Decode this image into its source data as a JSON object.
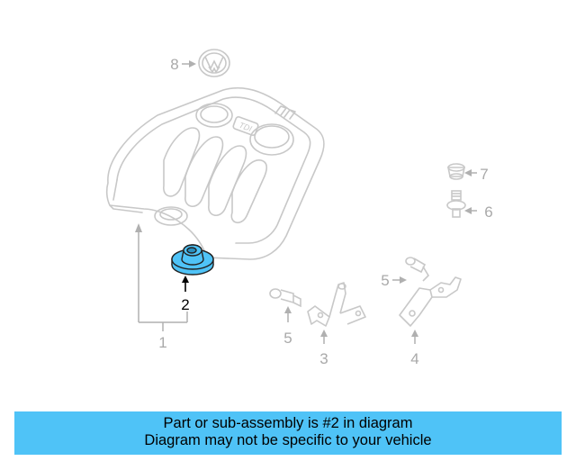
{
  "callouts": {
    "c1": "1",
    "c2": "2",
    "c3": "3",
    "c4": "4",
    "c5a": "5",
    "c5b": "5",
    "c6": "6",
    "c7": "7",
    "c8": "8"
  },
  "logo_text": "TDI",
  "banner": {
    "line1": "Part or sub-assembly is #2 in diagram",
    "line2": "Diagram may not be specific to your vehicle"
  },
  "colors": {
    "highlight": "#4fc3f7",
    "banner": "#4fc3f7",
    "line_art": "#c8c8c8",
    "callout_text": "#a9a9a9",
    "main_callout": "#000000"
  }
}
